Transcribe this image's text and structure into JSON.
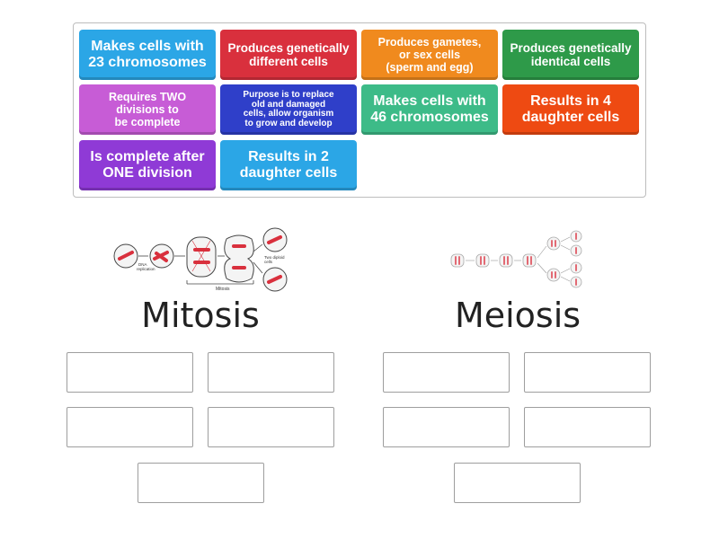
{
  "cards": [
    {
      "id": "c1",
      "label": "Makes cells with\n23 chromosomes",
      "color": "#2ba6e6",
      "size": "fs-l"
    },
    {
      "id": "c2",
      "label": "Produces genetically\ndifferent cells",
      "color": "#d9303d",
      "size": "fs-m"
    },
    {
      "id": "c3",
      "label": "Produces gametes,\nor sex cells\n(sperm and egg)",
      "color": "#f08a1e",
      "size": "fs-s"
    },
    {
      "id": "c4",
      "label": "Produces genetically\nidentical cells",
      "color": "#2e9a49",
      "size": "fs-m"
    },
    {
      "id": "c5",
      "label": "Requires TWO\ndivisions to\nbe complete",
      "color": "#c75cd6",
      "size": "fs-s"
    },
    {
      "id": "c6",
      "label": "Purpose is to replace\nold and damaged\ncells, allow organism\nto grow and develop",
      "color": "#2f3fc9",
      "size": "fs-xs"
    },
    {
      "id": "c7",
      "label": "Makes cells with\n46 chromosomes",
      "color": "#3dbb88",
      "size": "fs-l"
    },
    {
      "id": "c8",
      "label": "Results in 4\ndaughter cells",
      "color": "#ee4a12",
      "size": "fs-l"
    },
    {
      "id": "c9",
      "label": "Is complete after\nONE division",
      "color": "#8f3ad6",
      "size": "fs-l"
    },
    {
      "id": "c10",
      "label": "Results in 2\ndaughter cells",
      "color": "#2ba6e6",
      "size": "fs-l"
    }
  ],
  "groups": {
    "mitosis": {
      "title": "Mitosis",
      "diagram_labels": {
        "dna": "DNA\nreplication",
        "two": "Two diploid\ncells",
        "caption": "Mitosis"
      }
    },
    "meiosis": {
      "title": "Meiosis"
    }
  },
  "colors": {
    "chromosome": "#d9303d",
    "cell_fill": "#f4f4f4",
    "outline": "#444444"
  }
}
